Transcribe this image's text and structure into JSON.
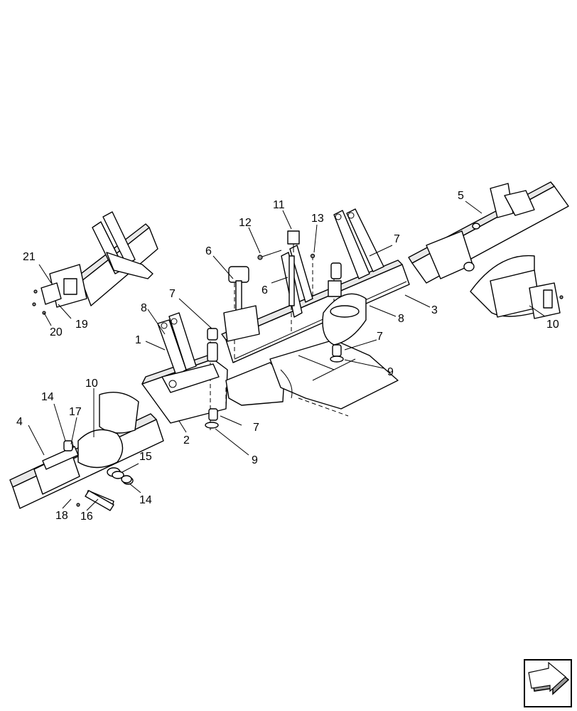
{
  "diagram": {
    "callouts": [
      {
        "id": "c1",
        "text": "1"
      },
      {
        "id": "c2",
        "text": "2"
      },
      {
        "id": "c3",
        "text": "3"
      },
      {
        "id": "c4",
        "text": "4"
      },
      {
        "id": "c5",
        "text": "5"
      },
      {
        "id": "c6a",
        "text": "6"
      },
      {
        "id": "c6b",
        "text": "6"
      },
      {
        "id": "c7a",
        "text": "7"
      },
      {
        "id": "c7b",
        "text": "7"
      },
      {
        "id": "c7c",
        "text": "7"
      },
      {
        "id": "c7d",
        "text": "7"
      },
      {
        "id": "c8a",
        "text": "8"
      },
      {
        "id": "c8b",
        "text": "8"
      },
      {
        "id": "c9a",
        "text": "9"
      },
      {
        "id": "c9b",
        "text": "9"
      },
      {
        "id": "c10a",
        "text": "10"
      },
      {
        "id": "c10b",
        "text": "10"
      },
      {
        "id": "c11",
        "text": "11"
      },
      {
        "id": "c12",
        "text": "12"
      },
      {
        "id": "c13",
        "text": "13"
      },
      {
        "id": "c14a",
        "text": "14"
      },
      {
        "id": "c14b",
        "text": "14"
      },
      {
        "id": "c15",
        "text": "15"
      },
      {
        "id": "c16",
        "text": "16"
      },
      {
        "id": "c17",
        "text": "17"
      },
      {
        "id": "c18",
        "text": "18"
      },
      {
        "id": "c19",
        "text": "19"
      },
      {
        "id": "c20",
        "text": "20"
      },
      {
        "id": "c21",
        "text": "21"
      }
    ],
    "nav_icon": "next-page-arrow-icon"
  }
}
